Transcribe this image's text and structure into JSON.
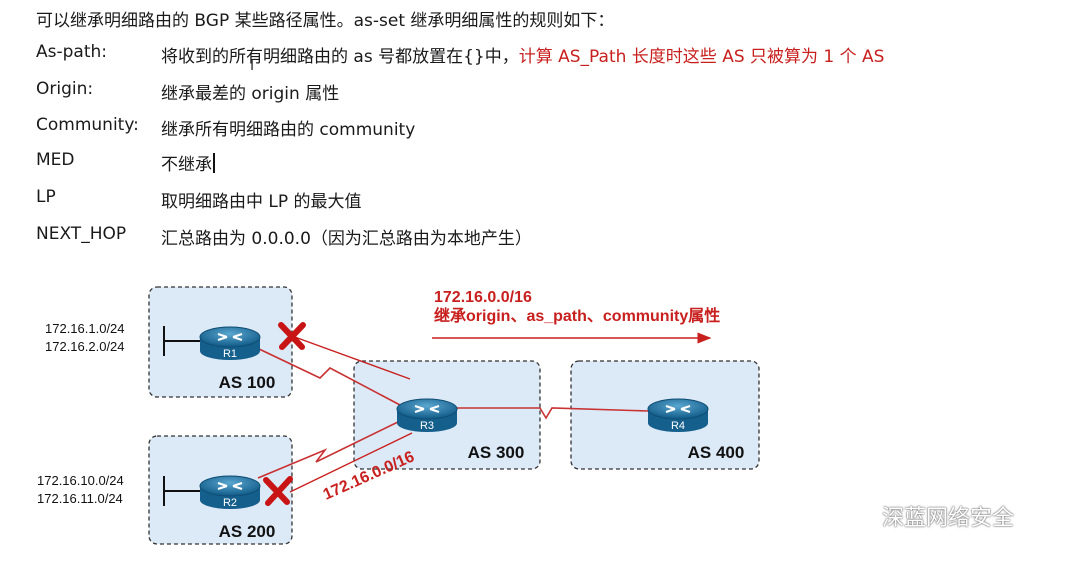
{
  "text": {
    "intro": "可以继承明细路由的 BGP 某些路径属性。as-set 继承明细属性的规则如下：",
    "rules": [
      {
        "label": "As-path:",
        "value": "将收到的所有明细路由的 as 号都放置在{}中，",
        "note": "计算 AS_Path 长度时这些 AS 只被算为 1 个 AS"
      },
      {
        "label": "Origin:",
        "value": "继承最差的 origin 属性"
      },
      {
        "label": "Community:",
        "value": "继承所有明细路由的 community"
      },
      {
        "label": "MED",
        "value": "不继承"
      },
      {
        "label": "LP",
        "value": "取明细路由中 LP 的最大值"
      },
      {
        "label": "NEXT_HOP",
        "value": "汇总路由为 0.0.0.0（因为汇总路由为本地产生）"
      }
    ]
  },
  "diagram": {
    "routers": [
      {
        "id": "R1",
        "as": "AS 100"
      },
      {
        "id": "R2",
        "as": "AS 200"
      },
      {
        "id": "R3",
        "as": "AS 300"
      },
      {
        "id": "R4",
        "as": "AS 400"
      }
    ],
    "r1_networks": [
      "172.16.1.0/24",
      "172.16.2.0/24"
    ],
    "r2_networks": [
      "172.16.10.0/24",
      "172.16.11.0/24"
    ],
    "aggregate_label": "172.16.0.0/16",
    "advert_title": "172.16.0.0/16",
    "advert_subtitle": "继承origin、as_path、community属性",
    "colors": {
      "area_fill": "#dce9f6",
      "link": "#c83232",
      "router": "#1e6e9e",
      "cross": "#c81414",
      "red_text": "#c8201e"
    }
  },
  "watermark": {
    "text": "深蓝网络安全",
    "icon": "wechat-icon"
  }
}
